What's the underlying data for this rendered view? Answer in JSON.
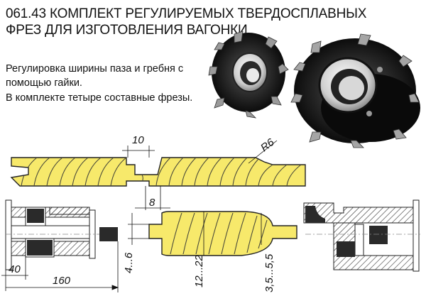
{
  "header": {
    "title": "061.43 КОМПЛЕКТ РЕГУЛИРУЕМЫХ ТВЕРДОСПЛАВНЫХ ФРЕЗ ДЛЯ ИЗГОТОВЛЕНИЯ ВАГОНКИ"
  },
  "description": {
    "line1": "Регулировка ширины паза и гребня с помощью гайки.",
    "line2": "В комплекте тетыре составные фрезы."
  },
  "dimensions": {
    "top_width": "10",
    "radius": "R6",
    "groove_depth": "8",
    "tongue": "4...6",
    "board": "12...22",
    "offset": "3,5...5,5",
    "left_small": "40",
    "left_total": "160"
  },
  "colors": {
    "wood": "#f7e96b",
    "wood_line": "#4a4a3a",
    "cutter_body": "#1a1a1a",
    "hatch": "#333333"
  }
}
